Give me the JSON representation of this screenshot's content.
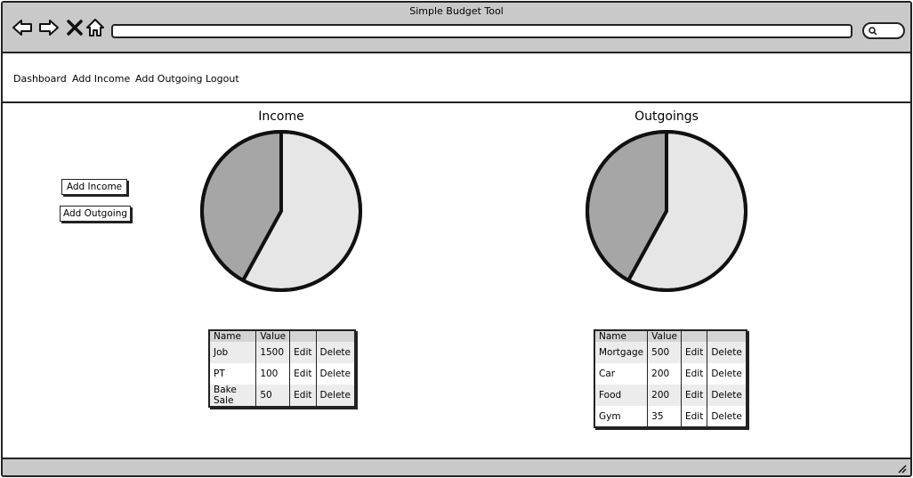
{
  "window": {
    "title": "Simple Budget Tool"
  },
  "menu": {
    "items": [
      {
        "label": "Dashboard"
      },
      {
        "label": "Add Income"
      },
      {
        "label": "Add Outgoing"
      },
      {
        "label": "Logout"
      }
    ]
  },
  "actions": {
    "add_income_label": "Add Income",
    "add_outgoing_label": "Add Outgoing"
  },
  "colors": {
    "chrome": "#c9c9c9",
    "slice_dark": "#a6a6a6",
    "slice_light": "#e6e6e6",
    "stroke": "#111111"
  },
  "icons": {
    "back": "back-arrow-icon",
    "forward": "forward-arrow-icon",
    "stop": "close-icon",
    "home": "home-icon",
    "search": "search-icon",
    "resize": "resize-grip-icon"
  },
  "income": {
    "title": "Income",
    "columns": [
      "Name",
      "Value",
      "",
      ""
    ],
    "rows": [
      {
        "name": "Job",
        "value": "1500",
        "edit": "Edit",
        "delete": "Delete"
      },
      {
        "name": "PT",
        "value": "100",
        "edit": "Edit",
        "delete": "Delete"
      },
      {
        "name": "Bake Sale",
        "value": "50",
        "edit": "Edit",
        "delete": "Delete"
      }
    ]
  },
  "outgoings": {
    "title": "Outgoings",
    "columns": [
      "Name",
      "Value",
      "",
      ""
    ],
    "rows": [
      {
        "name": "Mortgage",
        "value": "500",
        "edit": "Edit",
        "delete": "Delete"
      },
      {
        "name": "Car",
        "value": "200",
        "edit": "Edit",
        "delete": "Delete"
      },
      {
        "name": "Food",
        "value": "200",
        "edit": "Edit",
        "delete": "Delete"
      },
      {
        "name": "Gym",
        "value": "35",
        "edit": "Edit",
        "delete": "Delete"
      }
    ]
  },
  "chart_data": [
    {
      "type": "pie",
      "title": "Income",
      "slices": [
        {
          "value": 58,
          "color": "#e6e6e6"
        },
        {
          "value": 42,
          "color": "#a6a6a6"
        }
      ]
    },
    {
      "type": "pie",
      "title": "Outgoings",
      "slices": [
        {
          "value": 58,
          "color": "#e6e6e6"
        },
        {
          "value": 42,
          "color": "#a6a6a6"
        }
      ]
    }
  ]
}
